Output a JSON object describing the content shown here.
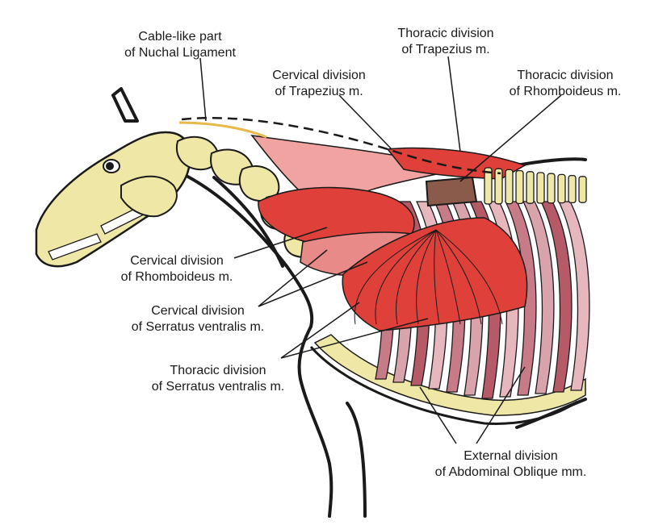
{
  "labels": {
    "nuchal": {
      "line1": "Cable-like part",
      "line2": "of Nuchal Ligament"
    },
    "trap_cervical": {
      "line1": "Cervical division",
      "line2": "of Trapezius m."
    },
    "trap_thoracic": {
      "line1": "Thoracic division",
      "line2": "of Trapezius m."
    },
    "rhomb_thoracic": {
      "line1": "Thoracic division",
      "line2": "of Rhomboideus m."
    },
    "rhomb_cervical": {
      "line1": "Cervical division",
      "line2": "of Rhomboideus m."
    },
    "serr_cervical": {
      "line1": "Cervical division",
      "line2": "of Serratus ventralis m."
    },
    "serr_thoracic": {
      "line1": "Thoracic division",
      "line2": "of Serratus ventralis m."
    },
    "oblique": {
      "line1": "External division",
      "line2": "of Abdominal Oblique mm."
    }
  },
  "colors": {
    "bone": "#efe7a6",
    "muscle_red": "#e0403a",
    "muscle_light": "#f0a3a0",
    "muscle_pink": "#d9a3ab",
    "muscle_dark": "#b75a68",
    "outline": "#1a1a1a",
    "rhomboid_brown": "#8a5a4a",
    "ligament": "#e8b84a"
  }
}
